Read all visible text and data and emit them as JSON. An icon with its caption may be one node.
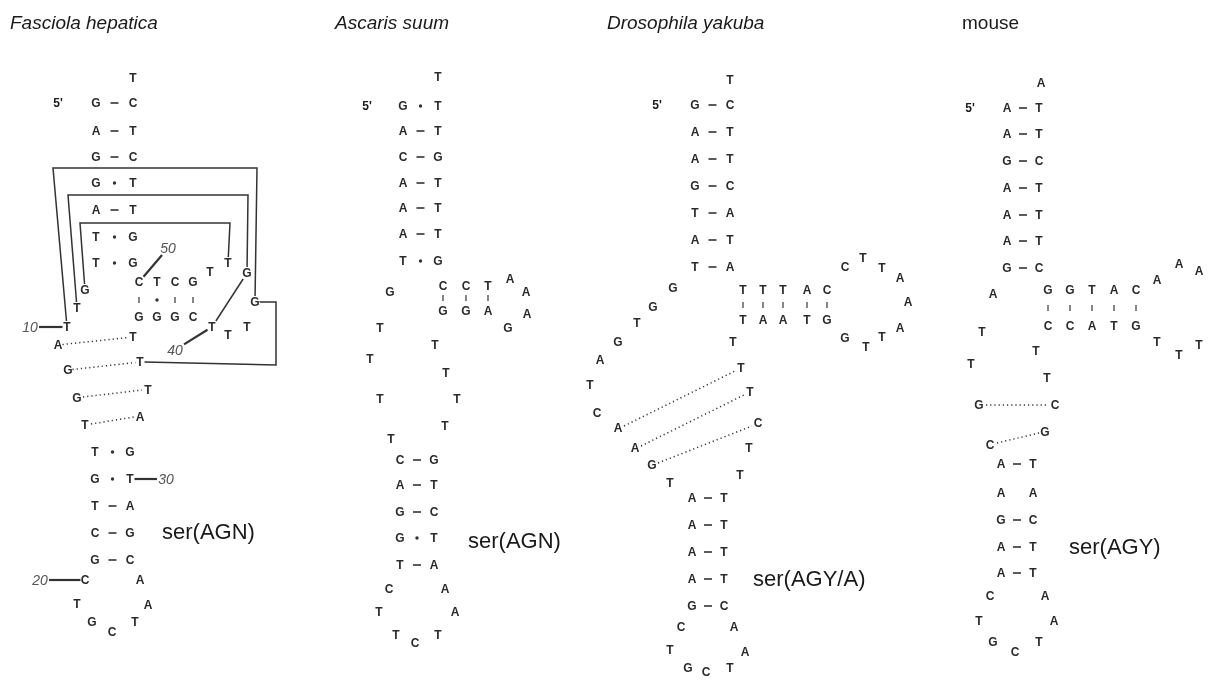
{
  "diagram": {
    "nodes": [
      {
        "text": [
          "10"
        ]
      },
      {
        "text": [
          "T"
        ]
      },
      {
        "text": [
          "50"
        ]
      },
      {
        "text": [
          "C"
        ]
      },
      {
        "text": [
          "40"
        ]
      },
      {
        "text": [
          "T"
        ]
      },
      {
        "text": [
          "30"
        ]
      },
      {
        "text": [
          "T"
        ]
      },
      {
        "text": [
          "20"
        ]
      },
      {
        "text": [
          "C"
        ]
      },
      {
        "text": [
          "T"
        ]
      },
      {
        "text": [
          "G"
        ]
      },
      {
        "text": [
          "G"
        ]
      },
      {
        "text": [
          "T"
        ]
      },
      {
        "text": [
          "G"
        ]
      },
      {
        "text": [
          "A"
        ]
      },
      {
        "text": [
          "T"
        ]
      },
      {
        "text": [
          "G"
        ]
      },
      {
        "text": [
          "T"
        ]
      }
    ],
    "edges": [
      {
        "from": 0,
        "to": 1,
        "arrow": "none"
      },
      {
        "from": 2,
        "to": 3,
        "arrow": "none"
      },
      {
        "from": 4,
        "to": 5,
        "arrow": "none"
      },
      {
        "from": 6,
        "to": 7,
        "arrow": "none"
      },
      {
        "from": 8,
        "to": 9,
        "arrow": "none"
      },
      {
        "from": 1,
        "to": 14,
        "arrow": "none"
      },
      {
        "from": 13,
        "to": 11,
        "arrow": "none"
      },
      {
        "from": 12,
        "to": 10,
        "arrow": "none"
      },
      {
        "from": 11,
        "to": 5,
        "arrow": "none"
      },
      {
        "from": 14,
        "to": 18,
        "arrow": "none"
      },
      {
        "from": 15,
        "to": 16,
        "arrow": "none",
        "style": "dashed"
      },
      {
        "from": 17,
        "to": 18,
        "arrow": "none",
        "style": "dashed"
      }
    ],
    "labels": [
      "Fasciola hepatica",
      "Ascaris suum",
      "Drosophila yakuba",
      "mouse",
      "T",
      "5'",
      "G",
      "C",
      "A",
      "T",
      "G",
      "C",
      "G",
      "T",
      "A",
      "T",
      "T",
      "G",
      "T",
      "G",
      "T",
      "C",
      "G",
      "T",
      "G",
      "G",
      "G",
      "C",
      "T",
      "T",
      "G",
      "T",
      "T",
      "A",
      "T",
      "G",
      "G",
      "T",
      "A",
      "C",
      "G",
      "G",
      "C",
      "A",
      "T",
      "A",
      "G",
      "C",
      "T",
      "ser(AGN)",
      "T",
      "5'",
      "G",
      "T",
      "A",
      "T",
      "C",
      "G",
      "A",
      "T",
      "A",
      "T",
      "A",
      "T",
      "T",
      "G",
      "G",
      "C",
      "C",
      "T",
      "A",
      "A",
      "G",
      "G",
      "A",
      "A",
      "T",
      "G",
      "T",
      "T",
      "T",
      "T",
      "T",
      "T",
      "T",
      "C",
      "G",
      "A",
      "T",
      "G",
      "C",
      "G",
      "T",
      "T",
      "A",
      "C",
      "A",
      "T",
      "A",
      "T",
      "C",
      "T",
      "ser(AGN)",
      "T",
      "5'",
      "G",
      "C",
      "A",
      "T",
      "A",
      "T",
      "G",
      "C",
      "T",
      "A",
      "A",
      "T",
      "T",
      "A",
      "G",
      "T",
      "T",
      "T",
      "A",
      "C",
      "C",
      "T",
      "T",
      "A",
      "G",
      "A",
      "T",
      "T",
      "A",
      "A",
      "T",
      "G",
      "A",
      "T",
      "T",
      "G",
      "G",
      "T",
      "A",
      "T",
      "T",
      "T",
      "C",
      "C",
      "A",
      "A",
      "T",
      "G",
      "T",
      "T",
      "A",
      "T",
      "A",
      "T",
      "A",
      "T",
      "A",
      "T",
      "G",
      "C",
      "C",
      "A",
      "T",
      "A",
      "G",
      "C",
      "T",
      "ser(AGY/A)",
      "A",
      "5'",
      "A",
      "T",
      "A",
      "T",
      "G",
      "C",
      "A",
      "T",
      "A",
      "T",
      "A",
      "T",
      "G",
      "C",
      "A",
      "G",
      "G",
      "T",
      "A",
      "C",
      "A",
      "A",
      "A",
      "C",
      "C",
      "A",
      "T",
      "G",
      "T",
      "T",
      "T",
      "T",
      "T",
      "T",
      "T",
      "G",
      "C",
      "C",
      "G",
      "A",
      "T",
      "A",
      "A",
      "G",
      "C",
      "A",
      "T",
      "A",
      "T",
      "C",
      "A",
      "T",
      "A",
      "G",
      "C",
      "T",
      "ser(AGY)"
    ]
  }
}
